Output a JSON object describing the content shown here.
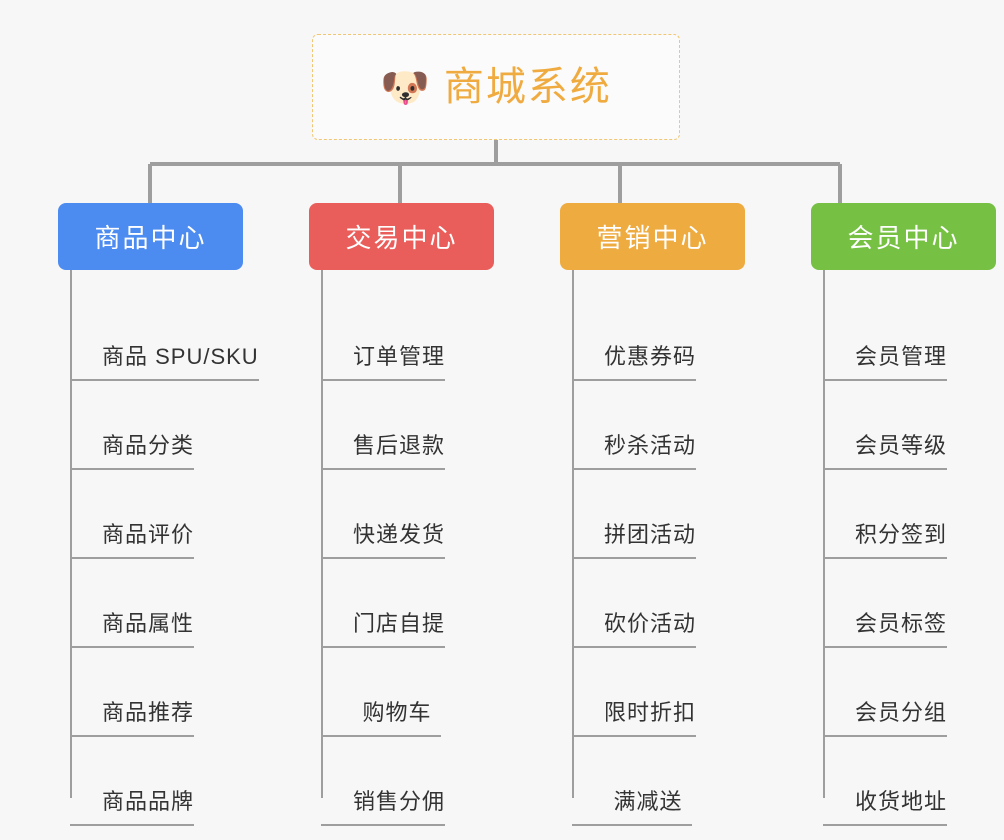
{
  "root": {
    "icon": "dog-face-icon",
    "icon_glyph": "🐶",
    "title": "商城系统",
    "title_color": "#efab40",
    "border_color": "#f0c674"
  },
  "colors": {
    "background": "#f7f7f7",
    "connector": "#9e9e9e",
    "item_text": "#333333",
    "product_center": "#4c8bf0",
    "trade_center": "#e95e5a",
    "marketing_center": "#eeab40",
    "member_center": "#76c044"
  },
  "columns": [
    {
      "key": "product-center",
      "label": "商品中心",
      "color": "#4c8bf0",
      "items": [
        "商品 SPU/SKU",
        "商品分类",
        "商品评价",
        "商品属性",
        "商品推荐",
        "商品品牌"
      ]
    },
    {
      "key": "trade-center",
      "label": "交易中心",
      "color": "#e95e5a",
      "items": [
        "订单管理",
        "售后退款",
        "快递发货",
        "门店自提",
        "购物车",
        "销售分佣"
      ]
    },
    {
      "key": "marketing-center",
      "label": "营销中心",
      "color": "#eeab40",
      "items": [
        "优惠券码",
        "秒杀活动",
        "拼团活动",
        "砍价活动",
        "限时折扣",
        "满减送"
      ]
    },
    {
      "key": "member-center",
      "label": "会员中心",
      "color": "#76c044",
      "items": [
        "会员管理",
        "会员等级",
        "积分签到",
        "会员标签",
        "会员分组",
        "收货地址"
      ]
    }
  ]
}
